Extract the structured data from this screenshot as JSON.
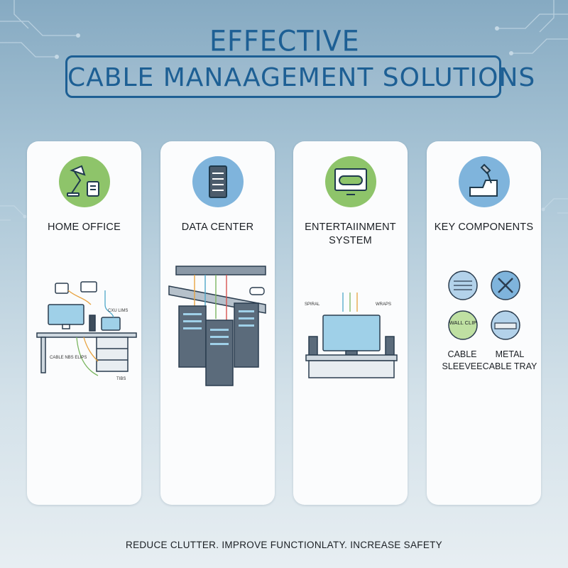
{
  "header": {
    "title_line1": "EFFECTIVE",
    "title_line2": "CABLE MANAAGEMENT SOLUTIONS"
  },
  "cards": [
    {
      "title": "HOME OFFICE",
      "icon": "desk-lamp-icon",
      "icon_color": "#8ec46a",
      "labels": {
        "top": "CXU LIMS",
        "left": "CABLE NBS ELIPS",
        "bottom": "TIBS"
      }
    },
    {
      "title": "DATA CENTER",
      "icon": "server-rack-icon",
      "icon_color": "#7fb4dc"
    },
    {
      "title_line1": "ENTERTAIINMENT",
      "title_line2": "SYSTEM",
      "icon": "tv-gamepad-icon",
      "icon_color": "#8ec46a",
      "labels": {
        "left": "SPIRAL",
        "right": "WRAPS"
      }
    },
    {
      "title": "KEY COMPONENTS",
      "icon": "hand-wrench-icon",
      "icon_color": "#7fb4dc",
      "components": {
        "wall_clip": "WALL CLIP",
        "sleeve_line1": "CABLE",
        "sleeve_line2": "SLEEVEE",
        "tray_line1": "METAL",
        "tray_line2": "CABLE TRAY"
      }
    }
  ],
  "footer": "REDUCE CLUTTER. IMPROVE FUNCTIONLATY. INCREASE SAFETY",
  "colors": {
    "accent": "#1d5f94",
    "green": "#8ec46a",
    "blue": "#7fb4dc"
  }
}
